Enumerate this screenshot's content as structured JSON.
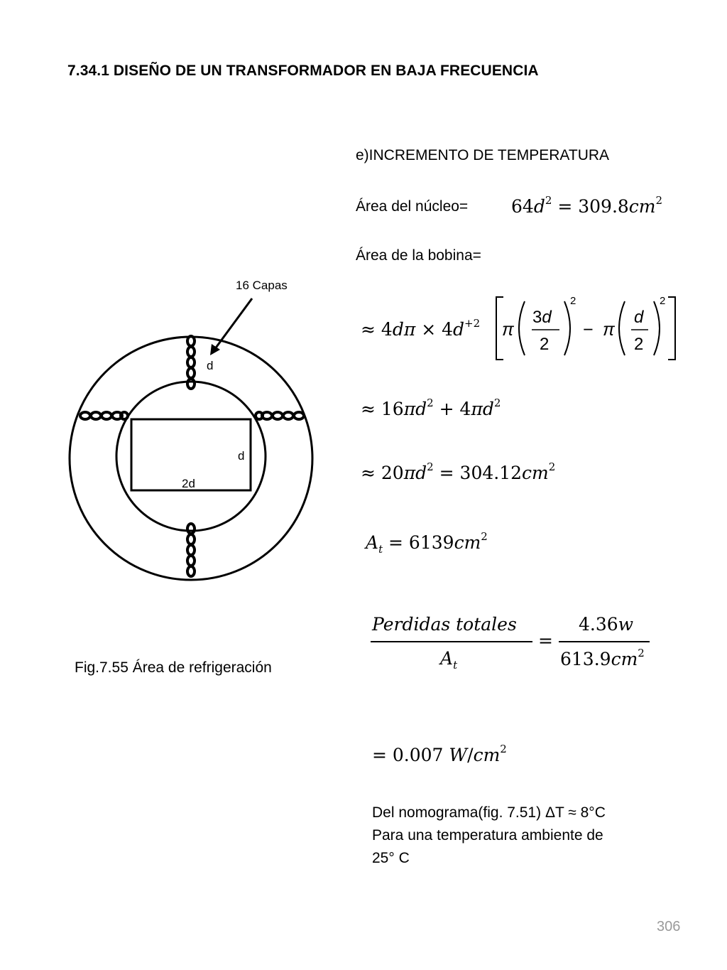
{
  "header": {
    "title": "7.34.1  DISEÑO DE UN TRANSFORMADOR EN BAJA FRECUENCIA"
  },
  "section": {
    "heading": "e)INCREMENTO  DE TEMPERATURA"
  },
  "core_area": {
    "label": "Área del núcleo=",
    "left": "64",
    "right": "= 309.8"
  },
  "coil_area": {
    "label": "Área de la bobina="
  },
  "eq1": {
    "prefix": "≈ 4",
    "times": " × 4",
    "exp": "+2",
    "minus": "−"
  },
  "eq2": {
    "prefix": "≈ 16",
    "plus": " + 4"
  },
  "eq3": {
    "prefix": "≈ 20",
    "right": " = 304.12"
  },
  "eq4": {
    "right": " = 6139"
  },
  "ratio": {
    "num_left": "Perdidas totales",
    "eq": "=",
    "num_right": "4.36",
    "den_right": "613.9"
  },
  "result": {
    "text": "= 0.007 "
  },
  "nomogram": {
    "line1": "Del nomograma(fig. 7.51) ΔT ≈ 8°C",
    "line2": "Para una temperatura ambiente de",
    "line3": "25°  C"
  },
  "figure": {
    "caption": "Fig.7.55 Área de refrigeración",
    "layers_label": "16 Capas",
    "label_d_top": "d",
    "label_d_right": "d",
    "label_2d": "2d"
  },
  "page_number": "306"
}
